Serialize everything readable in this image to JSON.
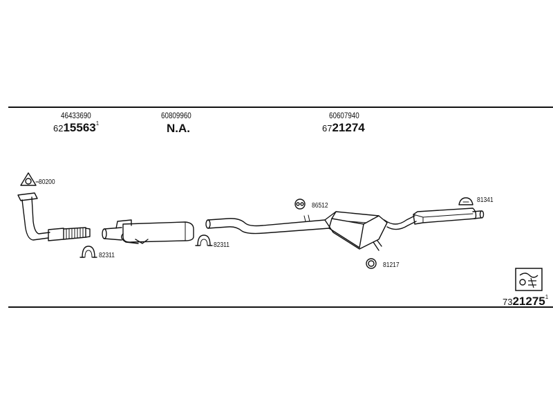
{
  "header": {
    "groups": [
      {
        "orig": "46433690",
        "prefix": "62",
        "main": "15563",
        "sup": "1"
      },
      {
        "orig": "60809960",
        "na": "N.A."
      },
      {
        "orig": "60607940",
        "prefix": "67",
        "main": "21274",
        "sup": ""
      }
    ]
  },
  "callouts": {
    "c80200": "80200",
    "c82311a": "82311",
    "c82311b": "82311",
    "c86512": "86512",
    "c81217": "81217",
    "c81341": "81341"
  },
  "footer": {
    "prefix": "73",
    "main": "21275",
    "sup": "1"
  },
  "icons": [
    "exploded-diagram-icon"
  ]
}
